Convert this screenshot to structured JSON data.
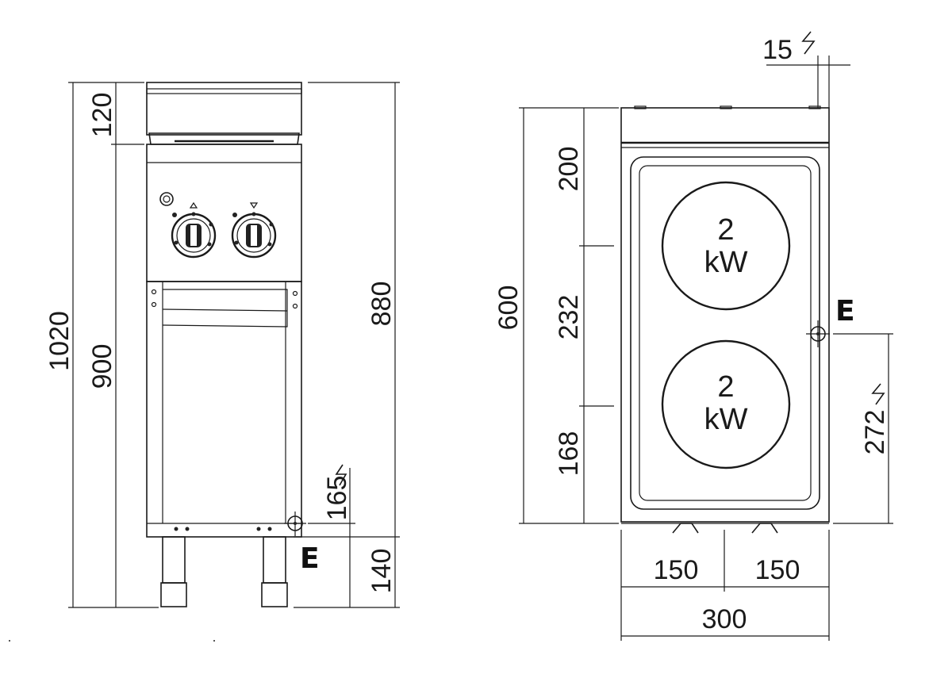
{
  "front_view": {
    "dims": {
      "overall_height": "1020",
      "body_height": "900",
      "backsplash": "120",
      "worktop_height": "880",
      "leg_height": "140",
      "conn_height": "165"
    },
    "connection_label": "E"
  },
  "top_view": {
    "dims": {
      "depth": "600",
      "front_zone": "200",
      "middle_zone": "232",
      "rear_zone": "168",
      "conn_offset": "272",
      "conn_side": "15",
      "half_left": "150",
      "half_right": "150",
      "width": "300"
    },
    "plates": [
      {
        "power": "2",
        "unit": "kW"
      },
      {
        "power": "2",
        "unit": "kW"
      }
    ],
    "connection_label": "E"
  },
  "icons": {
    "connection_symbol": "electrical-connection-icon",
    "lightning_symbol": "lightning-icon",
    "knob": "control-knob-icon"
  }
}
